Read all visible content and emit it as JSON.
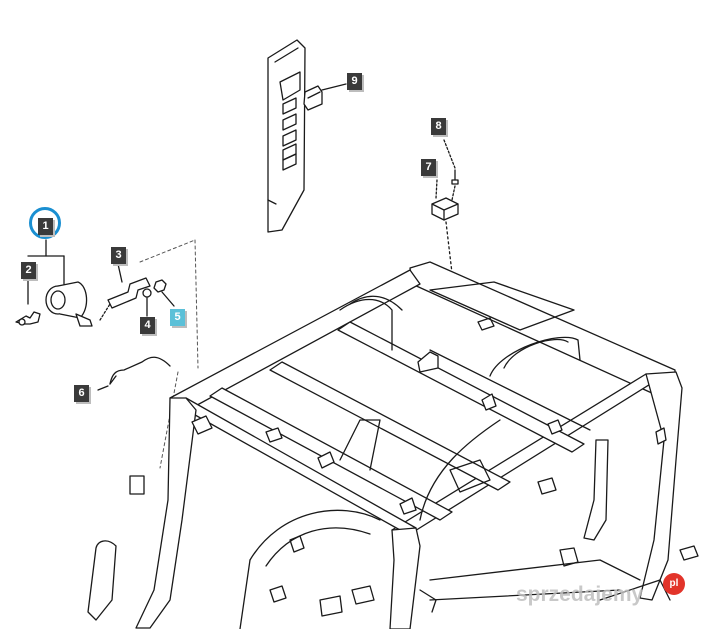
{
  "callouts": [
    {
      "label": "1",
      "highlight": false
    },
    {
      "label": "2",
      "highlight": false
    },
    {
      "label": "3",
      "highlight": false
    },
    {
      "label": "4",
      "highlight": false
    },
    {
      "label": "5",
      "highlight": true
    },
    {
      "label": "6",
      "highlight": false
    },
    {
      "label": "7",
      "highlight": false
    },
    {
      "label": "8",
      "highlight": false
    },
    {
      "label": "9",
      "highlight": false
    }
  ],
  "watermark": {
    "text": "sprzedajemy",
    "badge": "pl"
  },
  "colors": {
    "ring": "#1a8fd1",
    "callout": "#3a3a3a",
    "highlight": "#5bc0d8",
    "badge": "#e2342a"
  }
}
